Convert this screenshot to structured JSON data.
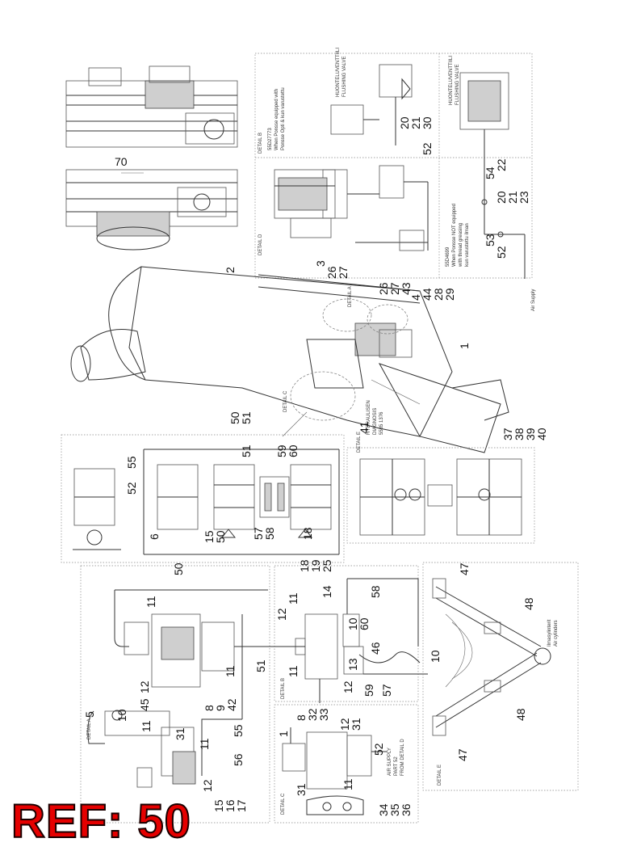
{
  "ref_label": "REF: 50",
  "colors": {
    "ref_fill": "#e50000",
    "ref_outline": "#1a0000",
    "line": "#333333"
  },
  "detail_labels": {
    "d": "DETAIL D",
    "b": "DETAIL B",
    "a_top": "DETAIL A",
    "c": "DETAIL C",
    "e_top": "DETAIL E",
    "a": "DETAIL A",
    "b2": "DETAIL B",
    "c2": "DETAIL C",
    "e": "DETAIL E"
  },
  "notes": {
    "d_title": "55D27773",
    "d_line1": "When Ponsse equipped with",
    "d_line2": "Ponsse Opti & kun varustettu",
    "valve_title": "HUONTELUVENTTIILI",
    "valve_sub": "FLUSHING VALVE",
    "lower_title": "55D4699",
    "lower_line1": "When Ponsse NOT equipped",
    "lower_line2": "with thread greasing",
    "lower_line3": "kun varustettu ilman",
    "air_supply": "Air Supply",
    "hyd_title": "HYDRAULISEN",
    "hyd_sub": "DIAGNOSIS",
    "hyd_code": "5585 1376",
    "air_from": "AIR SUPPLY",
    "air_from2": "PART 52",
    "air_from3": "FROM DETAIL D",
    "cyl_note": "Ilmasylinterit",
    "cyl_note2": "Air cylinders"
  },
  "callouts": {
    "c70": "70",
    "c2": "2",
    "c3": "3",
    "c26": "26",
    "c27": "27",
    "c26b": "26",
    "c27b": "27",
    "c43": "43",
    "c4": "4",
    "c44": "44",
    "c28": "28",
    "c29": "29",
    "c1": "1",
    "c50": "50",
    "c51": "51",
    "c41": "41",
    "c37": "37",
    "c38": "38",
    "c39": "39",
    "c40": "40",
    "c20": "20",
    "c21": "21",
    "c30": "30",
    "c52": "52",
    "c54": "54",
    "c22": "22",
    "c20b": "20",
    "c21b": "21",
    "c23": "23",
    "c53": "53",
    "c52b": "52",
    "c55": "55",
    "c52c": "52",
    "c6": "6",
    "c51b": "51",
    "c59": "59",
    "c60": "60",
    "c15": "15",
    "c50b": "50",
    "c57": "57",
    "c58": "58",
    "c18": "18",
    "c50c": "50",
    "c11a": "11",
    "c12a": "12",
    "c45": "45",
    "c11b": "11",
    "c8a": "8",
    "c9": "9",
    "c42": "42",
    "c11c": "11",
    "c5": "5",
    "c10a": "10",
    "c31a": "31",
    "c11d": "11",
    "c56": "56",
    "c12b": "12",
    "c15b": "15",
    "c16": "16",
    "c17": "17",
    "c55b": "55",
    "c51c": "51",
    "c18b": "18",
    "c19": "19",
    "c25": "25",
    "c11e": "11",
    "c12c": "12",
    "c14": "14",
    "c10b": "10",
    "c46": "46",
    "c13": "13",
    "c60b": "60",
    "c59b": "59",
    "c57b": "57",
    "c11f": "11",
    "c12d": "12",
    "c58b": "58",
    "c8b": "8",
    "c32": "32",
    "c33": "33",
    "c12e": "12",
    "c31b": "31",
    "c52d": "52",
    "c31c": "31",
    "c11g": "11",
    "c1b": "1",
    "c34": "34",
    "c35": "35",
    "c36": "36",
    "c47a": "47",
    "c48a": "48",
    "c10c": "10",
    "c48b": "48",
    "c47b": "47"
  }
}
